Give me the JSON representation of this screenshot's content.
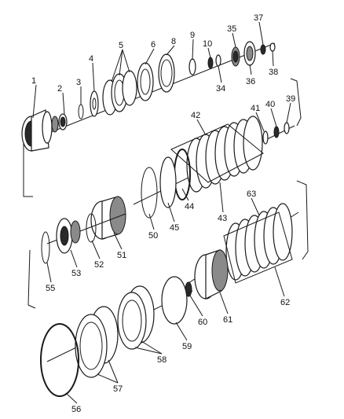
{
  "callouts": [
    {
      "id": "c1",
      "label": "1"
    },
    {
      "id": "c2",
      "label": "2"
    },
    {
      "id": "c3",
      "label": "3"
    },
    {
      "id": "c4",
      "label": "4"
    },
    {
      "id": "c5",
      "label": "5"
    },
    {
      "id": "c6",
      "label": "6"
    },
    {
      "id": "c8",
      "label": "8"
    },
    {
      "id": "c9",
      "label": "9"
    },
    {
      "id": "c10",
      "label": "10"
    },
    {
      "id": "c34",
      "label": "34"
    },
    {
      "id": "c35",
      "label": "35"
    },
    {
      "id": "c36",
      "label": "36"
    },
    {
      "id": "c37",
      "label": "37"
    },
    {
      "id": "c38",
      "label": "38"
    },
    {
      "id": "c39",
      "label": "39"
    },
    {
      "id": "c40",
      "label": "40"
    },
    {
      "id": "c41",
      "label": "41"
    },
    {
      "id": "c42",
      "label": "42"
    },
    {
      "id": "c43",
      "label": "43"
    },
    {
      "id": "c44",
      "label": "44"
    },
    {
      "id": "c45",
      "label": "45"
    },
    {
      "id": "c50",
      "label": "50"
    },
    {
      "id": "c51",
      "label": "51"
    },
    {
      "id": "c52",
      "label": "52"
    },
    {
      "id": "c53",
      "label": "53"
    },
    {
      "id": "c55",
      "label": "55"
    },
    {
      "id": "c56",
      "label": "56"
    },
    {
      "id": "c57",
      "label": "57"
    },
    {
      "id": "c58",
      "label": "58"
    },
    {
      "id": "c59",
      "label": "59"
    },
    {
      "id": "c60",
      "label": "60"
    },
    {
      "id": "c61",
      "label": "61"
    },
    {
      "id": "c62",
      "label": "62"
    },
    {
      "id": "c63",
      "label": "63"
    }
  ]
}
